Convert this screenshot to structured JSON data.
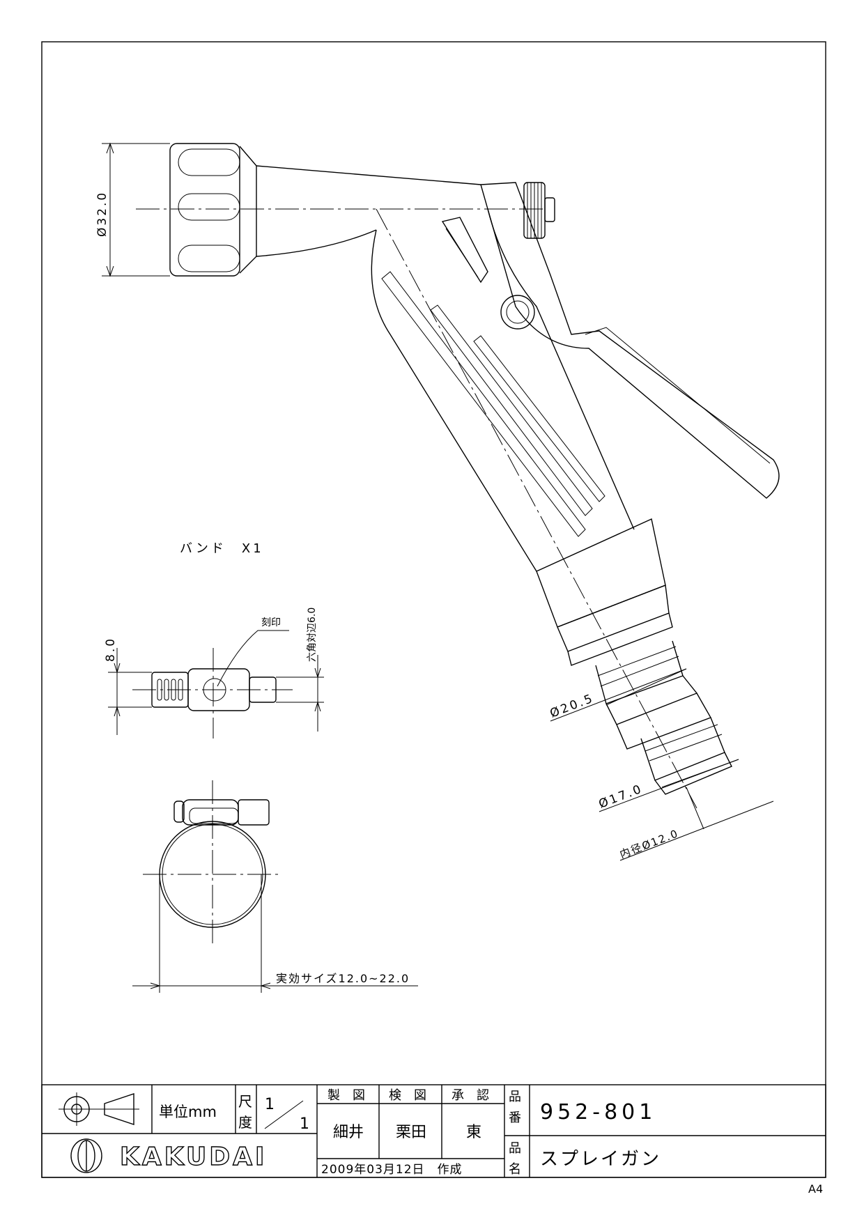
{
  "drawing": {
    "dim_diameter_32": "Ø32.0",
    "band_label": "バンド　X1",
    "band_height": "8.0",
    "engrave_label": "刻印",
    "hex_label": "六角対辺6.0",
    "effective_size": "実効サイズ12.0~22.0",
    "dim_diameter_20": "Ø20.5",
    "dim_diameter_17": "Ø17.0",
    "dim_inner_12": "内径Ø12.0"
  },
  "title_block": {
    "unit_label": "単位mm",
    "scale_label_1": "尺",
    "scale_label_2": "度",
    "scale_num": "1",
    "scale_den": "1",
    "made_by_label": "製　図",
    "checked_by_label": "検　図",
    "approved_by_label": "承　認",
    "made_by": "細井",
    "checked_by": "栗田",
    "approved_by": "東",
    "date": "2009年03月12日　作成",
    "part_no_label_1": "品",
    "part_no_label_2": "番",
    "part_no": "952-801",
    "part_name_label_1": "品",
    "part_name_label_2": "名",
    "part_name": "スプレイガン",
    "company": "KAKUDAI",
    "paper_size": "A4"
  }
}
